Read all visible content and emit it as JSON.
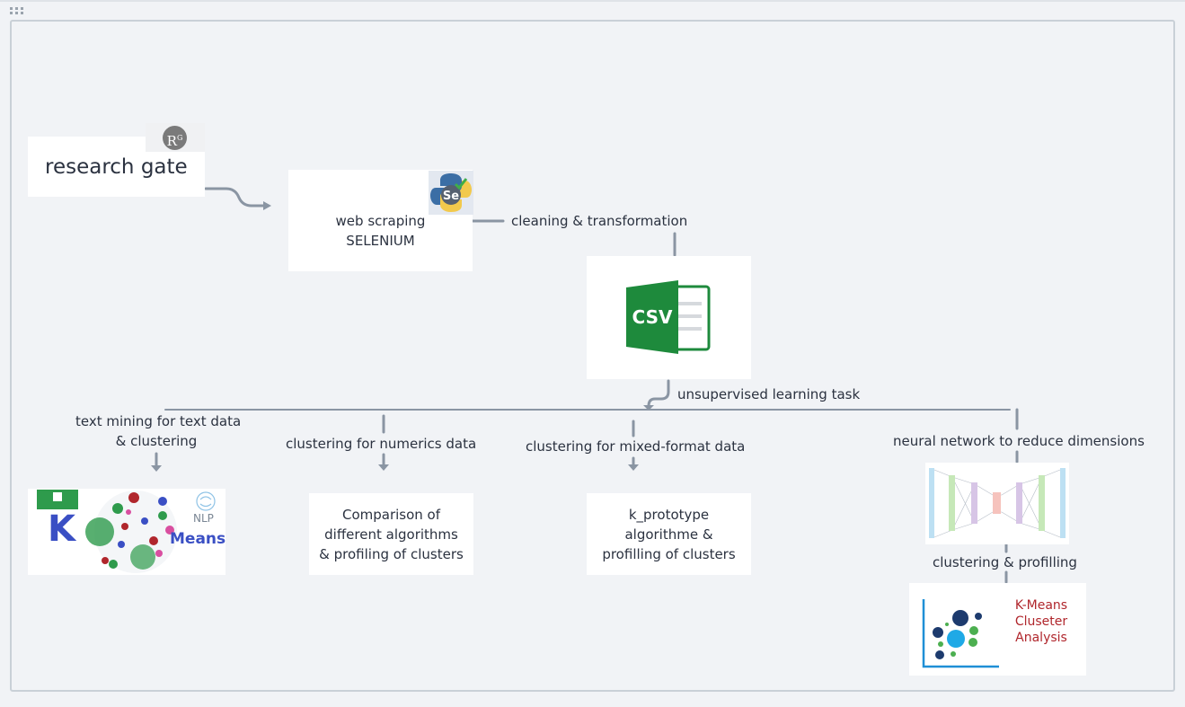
{
  "nodes": {
    "research_gate": {
      "label": "research gate",
      "logo_text": "R",
      "logo_sup": "G"
    },
    "web_scraping": {
      "line1": "web scraping",
      "line2": "SELENIUM",
      "logo_text": "Se"
    },
    "cleaning": {
      "label": "cleaning & transformation"
    },
    "csv": {
      "label": "CSV"
    },
    "unsupervised": {
      "label": "unsupervised learning task"
    },
    "text_mining": {
      "line1": "text mining for text data",
      "line2": "& clustering"
    },
    "numerics": {
      "label": "clustering for  numerics data"
    },
    "mixed": {
      "label": "clustering for mixed-format data"
    },
    "neural": {
      "label": "neural network to reduce dimensions"
    },
    "kmeans_nlp": {
      "big_k": "K",
      "means": "Means",
      "nlp": "NLP"
    },
    "comparison": {
      "line1": "Comparison of",
      "line2": "different algorithms",
      "line3": "& profiling of clusters"
    },
    "kprototype": {
      "line1": "k_prototype",
      "line2": "algorithme &",
      "line3": "profilling of clusters"
    },
    "clustering_profiling": {
      "label": "clustering & profilling"
    },
    "kmeans_analysis": {
      "line1": "K-Means",
      "line2": "Cluseter",
      "line3": "Analysis"
    }
  },
  "colors": {
    "connector": "#8a95a3",
    "csv_green": "#1e8a3c",
    "kmeans_red": "#b0262c",
    "means_blue": "#3a4fc4"
  }
}
